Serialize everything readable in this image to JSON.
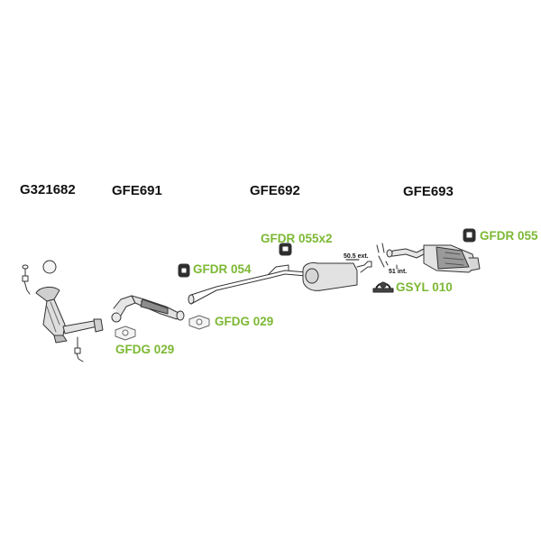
{
  "colors": {
    "part_label": "#111111",
    "accessory_label": "#7cb833",
    "line": "#333333",
    "fill_light": "#dedede",
    "fill_dark": "#9a9a9a"
  },
  "parts": {
    "catalyst": "G321682",
    "front_pipe": "GFE691",
    "middle_silencer": "GFE692",
    "rear_silencer": "GFE693"
  },
  "accessories": {
    "rubber_front": "GFDR 054",
    "gasket_front": "GFDG 029",
    "gasket_middle": "GFDG 029",
    "rubber_middle": "GFDR 055x2",
    "rubber_rear": "GFDR 055",
    "clamp": "GSYL 010"
  },
  "dimensions": {
    "ext": "50.5 ext.",
    "int": "51 int."
  }
}
